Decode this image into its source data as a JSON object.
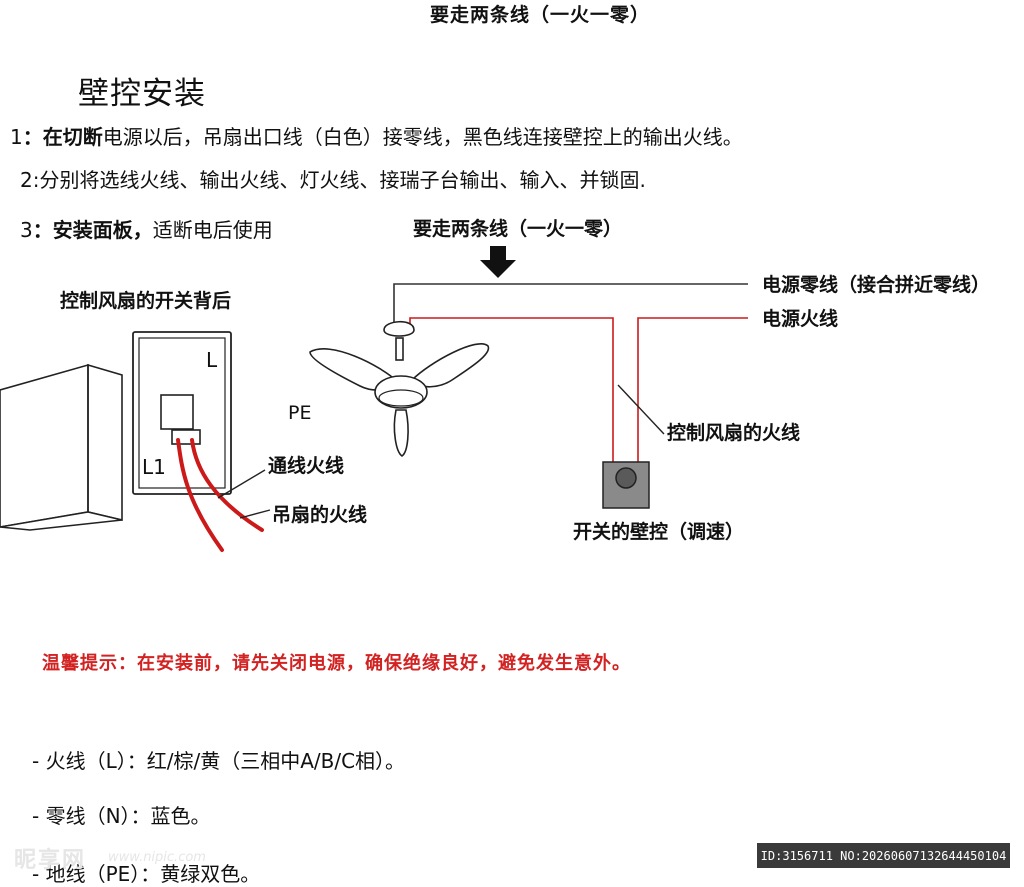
{
  "header": {
    "top_title": "要走两条线（一火一零）"
  },
  "section": {
    "heading": "壁控安装",
    "steps": [
      {
        "num": "1",
        "bold": "：在切断",
        "rest": "电源以后，吊扇出口线（白色）接零线，黑色线连接壁控上的输出火线。"
      },
      {
        "num": "2",
        "bold": "",
        "rest": ":分别将选线火线、输出火线、灯火线、接瑞子台输出、输入、并锁固."
      },
      {
        "num": "3",
        "bold": "：安装面板，",
        "rest": "适断电后使用"
      }
    ]
  },
  "diagram": {
    "mid_title": "要走两条线（一火一零）",
    "switch_back_label": "控制风扇的开关背后",
    "terminal_L": "L",
    "terminal_L1": "L1",
    "pe_label": "PE",
    "through_live": "通线火线",
    "fan_live": "吊扇的火线",
    "neutral_label": "电源零线（接合拼近零线）",
    "live_label": "电源火线",
    "control_live": "控制风扇的火线",
    "wall_switch": "开关的壁控（调速）",
    "colors": {
      "red_wire": "#cc1a1a",
      "black_wire": "#333333",
      "switch_box": "#8a8a8a",
      "knob": "#5a5a5a"
    }
  },
  "warning": "温馨提示：在安装前，请先关闭电源，确保绝缘良好，避免发生意外。",
  "wires": {
    "live": "- 火线（L）：红/棕/黄（三相中A/B/C相）。",
    "neutral": "- 零线（N）：蓝色。",
    "ground": "- 地线（PE）：黄绿双色。"
  },
  "watermark": {
    "logo": "昵享网",
    "url": "www.nipic.com",
    "id": "ID:3156711 NO:20260607132644450104"
  }
}
